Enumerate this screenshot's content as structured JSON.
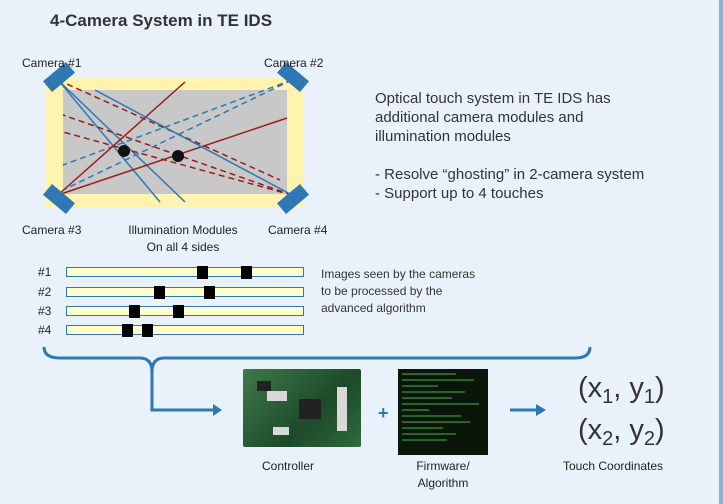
{
  "title": "4-Camera System in TE IDS",
  "cameras": {
    "c1": "Camera #1",
    "c2": "Camera #2",
    "c3": "Camera #3",
    "c4": "Camera #4"
  },
  "illumination": {
    "line1": "Illumination Modules",
    "line2": "On all 4 sides"
  },
  "description": {
    "line1": "Optical touch system in TE IDS has",
    "line2": "additional camera modules and",
    "line3": "illumination modules",
    "bullet1": "- Resolve “ghosting” in 2-camera system",
    "bullet2": "- Support up to 4 touches"
  },
  "strips": [
    {
      "label": "#1"
    },
    {
      "label": "#2"
    },
    {
      "label": "#3"
    },
    {
      "label": "#4"
    }
  ],
  "images_text": {
    "line1": "Images seen by the cameras",
    "line2": "to be processed by the",
    "line3": "advanced algorithm"
  },
  "controller_label": "Controller",
  "firmware_label": {
    "line1": "Firmware/",
    "line2": "Algorithm"
  },
  "plus": "+",
  "coords": {
    "c1": {
      "open": "(x",
      "s1": "1",
      "mid": ", y",
      "s2": "1",
      "close": ")"
    },
    "c2": {
      "open": "(x",
      "s1": "2",
      "mid": ", y",
      "s2": "2",
      "close": ")"
    }
  },
  "touch_label": "Touch Coordinates",
  "colors": {
    "blue": "#2f78b3",
    "red": "#9b1c1c",
    "frame": "#fff3b0",
    "screen": "#c8c8c8"
  },
  "icons": [
    "camera-icon",
    "controller-board-image",
    "firmware-code-image",
    "arrow-right-icon"
  ]
}
